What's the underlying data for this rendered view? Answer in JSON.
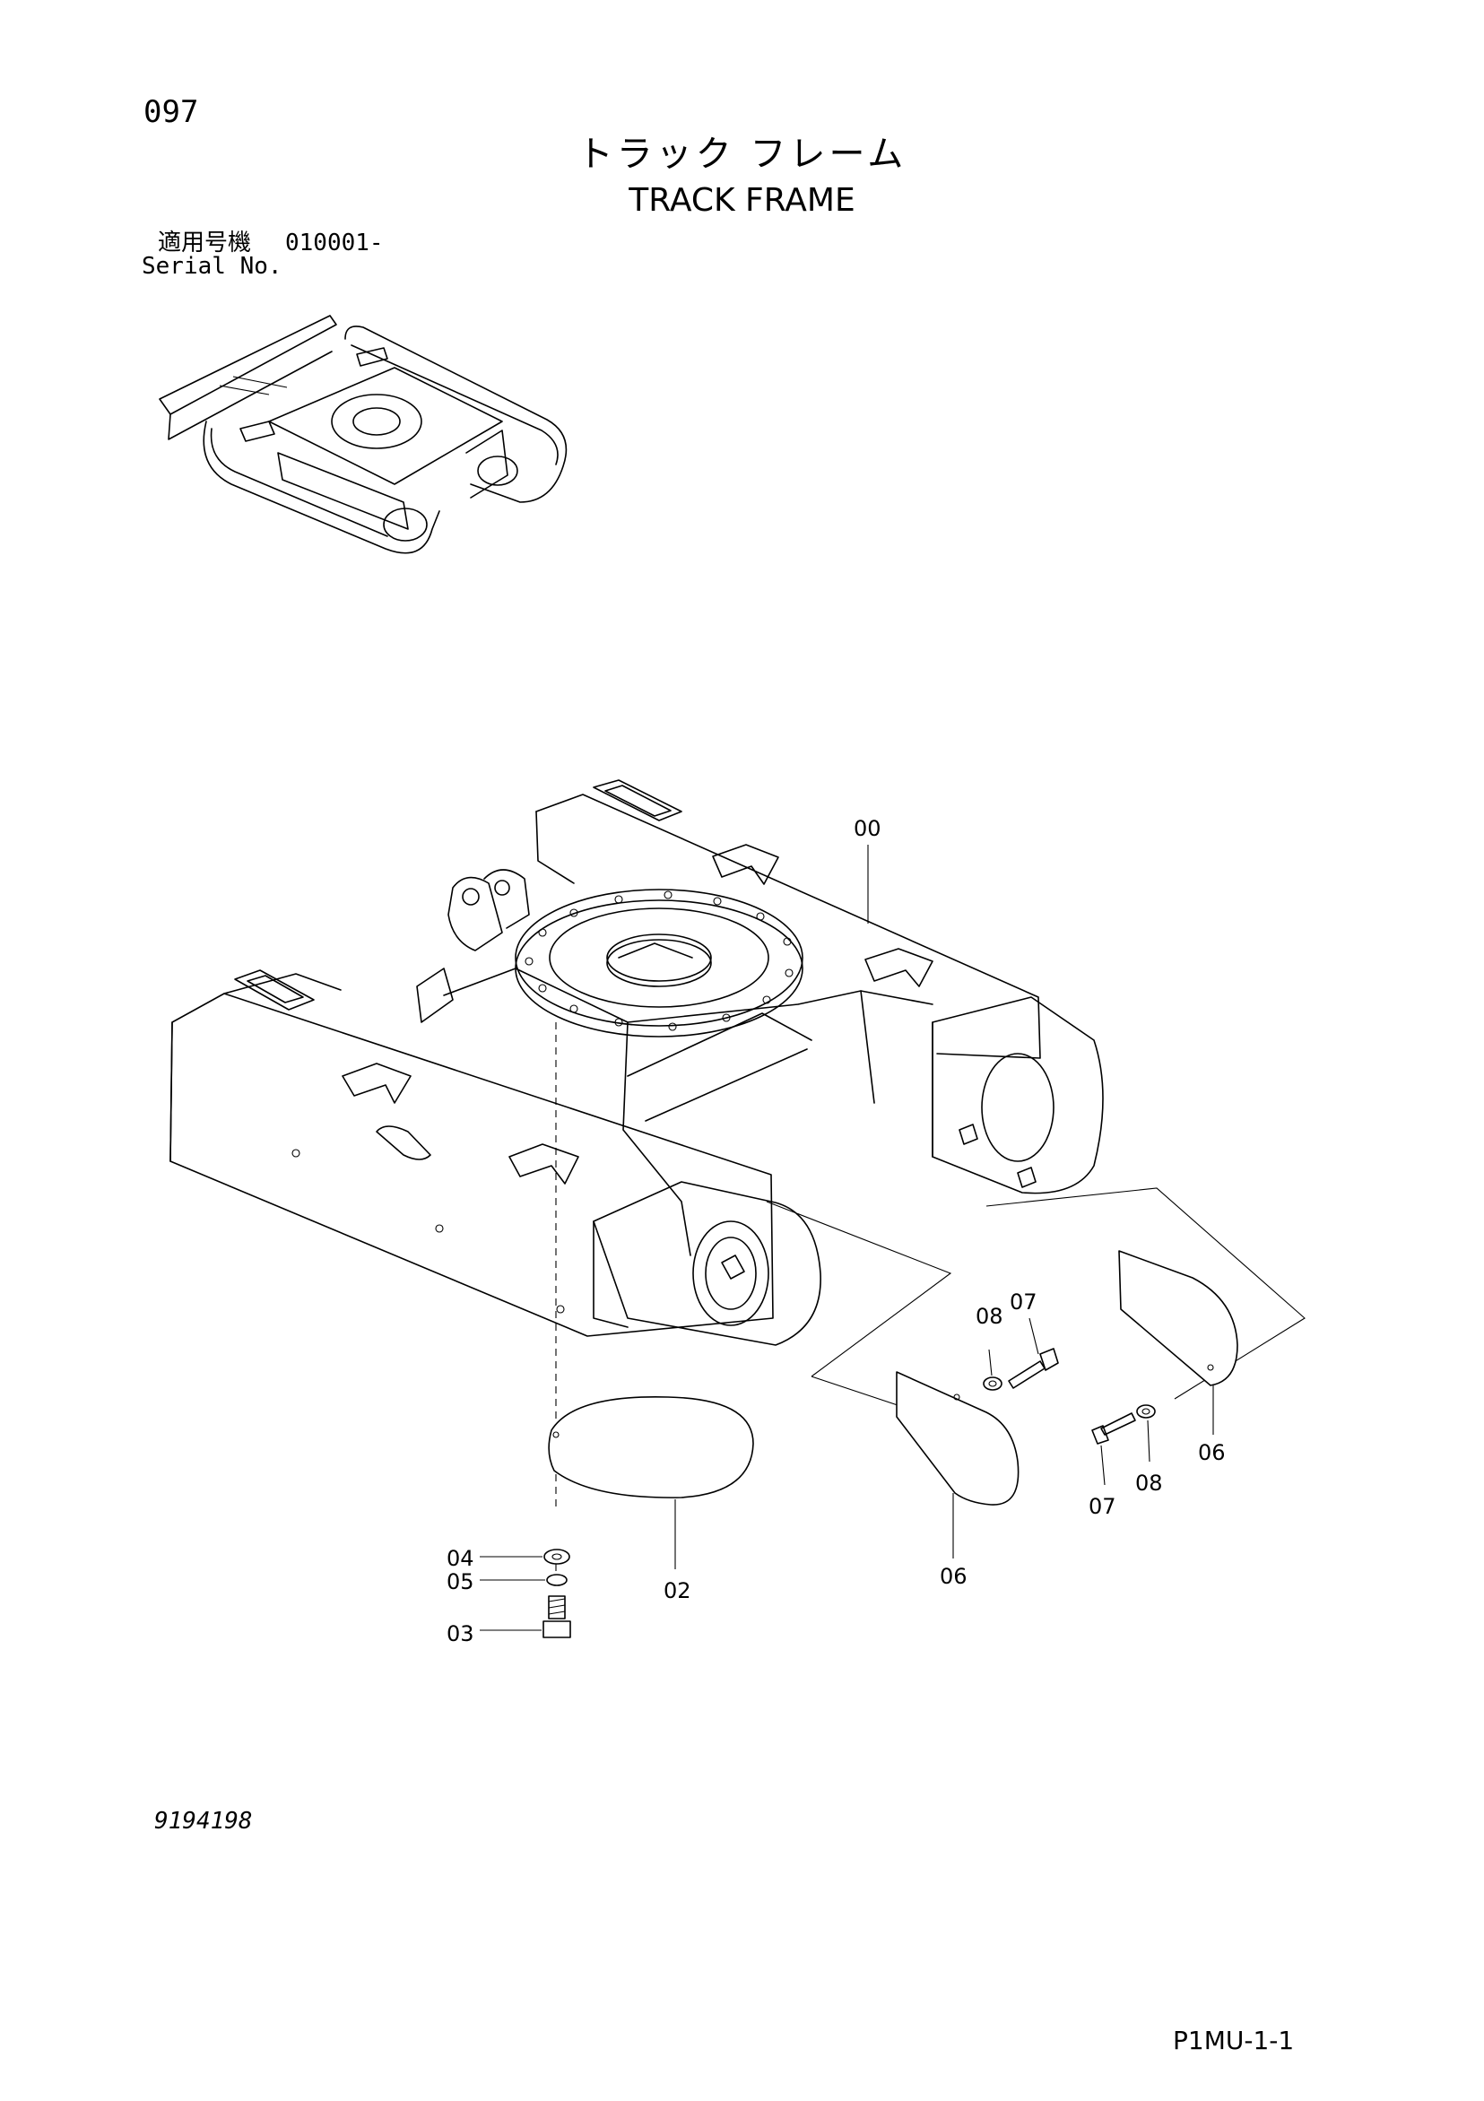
{
  "header": {
    "page_number": "097",
    "title_jp": "トラック フレーム",
    "title_en": "TRACK FRAME",
    "serial_label_jp": "適用号機",
    "serial_range": "010001-",
    "serial_label_en": "Serial No."
  },
  "callouts": {
    "c00": "00",
    "c02": "02",
    "c03": "03",
    "c04": "04",
    "c05": "05",
    "c06a": "06",
    "c06b": "06",
    "c07a": "07",
    "c07b": "07",
    "c08a": "08",
    "c08b": "08"
  },
  "footer": {
    "drawing_number": "9194198",
    "page_code": "P1MU-1-1"
  }
}
